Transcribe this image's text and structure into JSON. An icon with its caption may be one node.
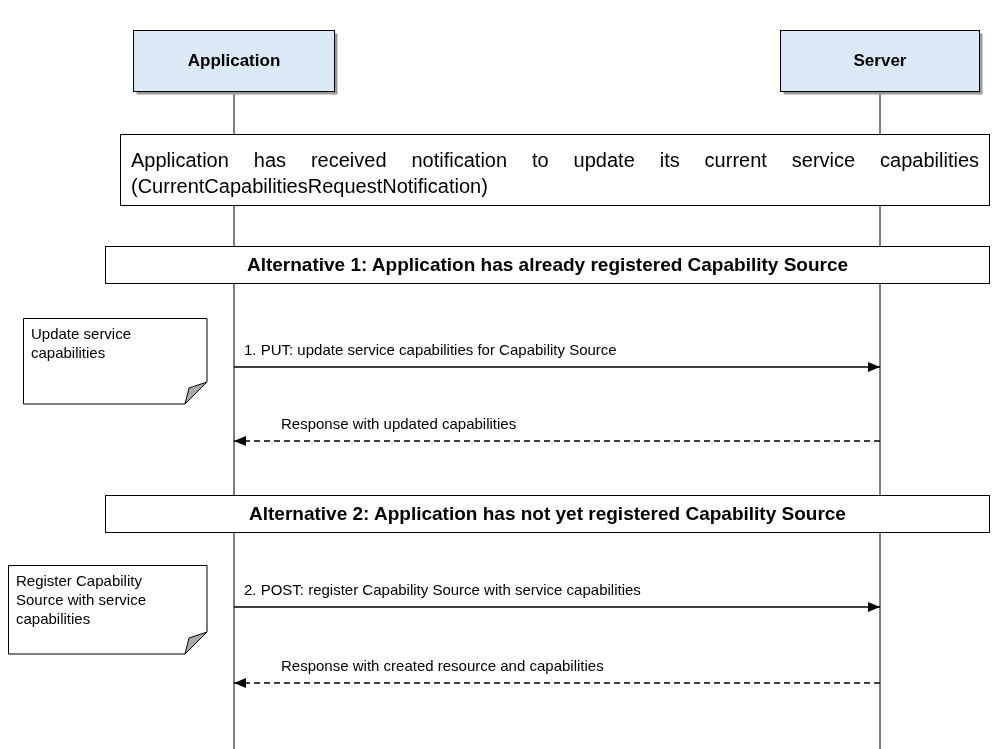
{
  "diagram": {
    "nodes": [
      {
        "text": [
          "Application"
        ]
      },
      {
        "text": [
          "Server"
        ]
      },
      {
        "text": [
          "Application has received notification to update its current service capabilities (CurrentCapabilitiesRequestNotification)"
        ]
      },
      {
        "text": [
          "Alternative 1: Application has already registered Capability Source"
        ]
      },
      {
        "text": [
          "Update service capabilities"
        ]
      },
      {
        "text": [
          "Alternative 2: Application has not yet registered Capability Source"
        ]
      },
      {
        "text": [
          "Register Capability Source with service capabilities"
        ]
      }
    ],
    "edges": [
      {
        "from": 0,
        "to": 1,
        "arrow": "to",
        "label": "1. PUT: update service capabilities for Capability Source"
      },
      {
        "from": 1,
        "to": 0,
        "arrow": "to",
        "style": "dashed",
        "label": "Response with updated capabilities"
      },
      {
        "from": 0,
        "to": 1,
        "arrow": "to",
        "label": "2. POST: register Capability Source with service capabilities"
      },
      {
        "from": 1,
        "to": 0,
        "arrow": "to",
        "style": "dashed",
        "label": "Response with created resource and capabilities"
      }
    ]
  }
}
